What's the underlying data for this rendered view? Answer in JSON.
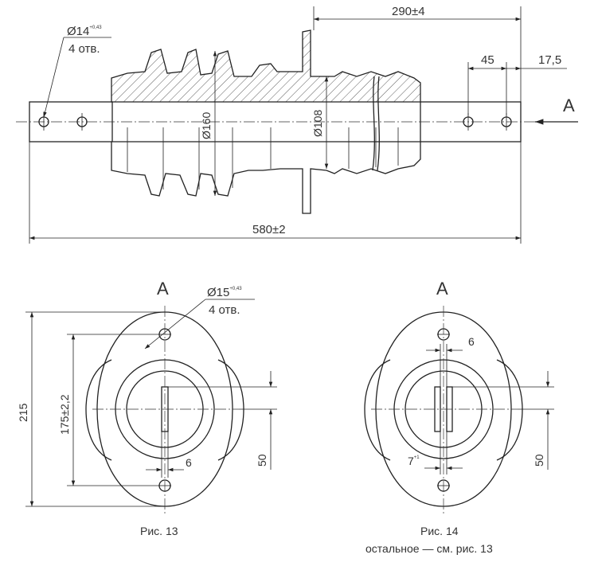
{
  "top_view": {
    "dim_overall_width": "290±4",
    "dim_pitch": "45",
    "dim_edge": "17,5",
    "dim_overall_length": "580±2",
    "dim_diameter_shed": "Ø160",
    "dim_diameter_core": "Ø108",
    "hole_diameter": "Ø14",
    "hole_tolerance": "+0,43",
    "hole_count": "4 отв.",
    "view_arrow_label": "A"
  },
  "figure13": {
    "view_label": "A",
    "hole_diameter": "Ø15",
    "hole_tolerance": "+0,43",
    "hole_count": "4 отв.",
    "dim_height": "215",
    "dim_hole_spacing": "175±2,2",
    "dim_slot": "6",
    "dim_offset": "50",
    "caption": "Рис. 13"
  },
  "figure14": {
    "view_label": "A",
    "dim_slot_top": "6",
    "dim_slot_bottom": "7",
    "dim_slot_bottom_tol": "+1",
    "dim_offset": "50",
    "caption": "Рис. 14",
    "caption_note": "остальное — см. рис. 13"
  }
}
